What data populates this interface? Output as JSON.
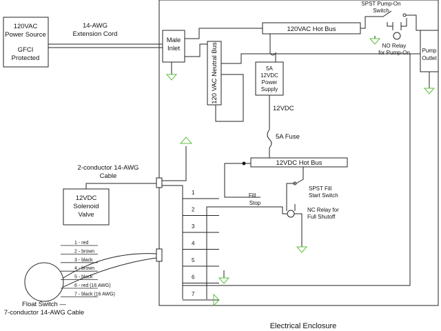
{
  "labels": {
    "power_source": [
      "120VAC",
      "Power Source",
      "GFCI",
      "Protected"
    ],
    "extension_cord": [
      "14-AWG",
      "Extension Cord"
    ],
    "male_inlet": [
      "Male",
      "Inlet"
    ],
    "neutral_bus": "120 VAC Neutral Bus",
    "hot_bus_120": "120VAC Hot Bus",
    "spst_pump": [
      "SPST Pump-On",
      "Switch"
    ],
    "no_relay_pump": [
      "NO Relay",
      "for Pump-On"
    ],
    "pump_outlet": [
      "Pump",
      "Outlet"
    ],
    "power_supply": [
      "5A",
      "12VDC",
      "Power",
      "Supply"
    ],
    "vdc_out": "12VDC",
    "fuse": "5A Fuse",
    "hot_bus_12": "12VDC Hot Bus",
    "solenoid_cable": [
      "2-conductor 14-AWG",
      "Cable"
    ],
    "solenoid": [
      "12VDC",
      "Solenoid",
      "Valve"
    ],
    "spst_fill": [
      "SPST Fill",
      "Start Switch"
    ],
    "fill_stop": [
      "Fill",
      "Stop"
    ],
    "nc_relay": [
      "NC Relay for",
      "Full Shutoff"
    ],
    "float_switch": [
      "Float Switch —",
      "7-conductor 14-AWG Cable"
    ],
    "enclosure": "Electrical Enclosure"
  },
  "float_wires": [
    {
      "label": "1 - red",
      "color": "#e53935"
    },
    {
      "label": "2 - brown",
      "color": "#d4900c"
    },
    {
      "label": "3 - black",
      "color": "#111111"
    },
    {
      "label": "4 - brown",
      "color": "#d4900c"
    },
    {
      "label": "5 - black",
      "color": "#111111"
    },
    {
      "label": "6 - red (16 AWG)",
      "color": "#e53935"
    },
    {
      "label": "7 - black (16 AWG)",
      "color": "#111111"
    }
  ],
  "terminals": [
    {
      "num": "1",
      "color": "#e53935"
    },
    {
      "num": "2",
      "color": "#d4900c"
    },
    {
      "num": "3",
      "color": "#111111"
    },
    {
      "num": "4",
      "color": "#d4900c"
    },
    {
      "num": "5",
      "color": "#111111"
    },
    {
      "num": "6",
      "color": "#e53935"
    },
    {
      "num": "7",
      "color": "#111111"
    }
  ],
  "colors": {
    "ground": "#5cbf3a",
    "line": "#222222"
  }
}
